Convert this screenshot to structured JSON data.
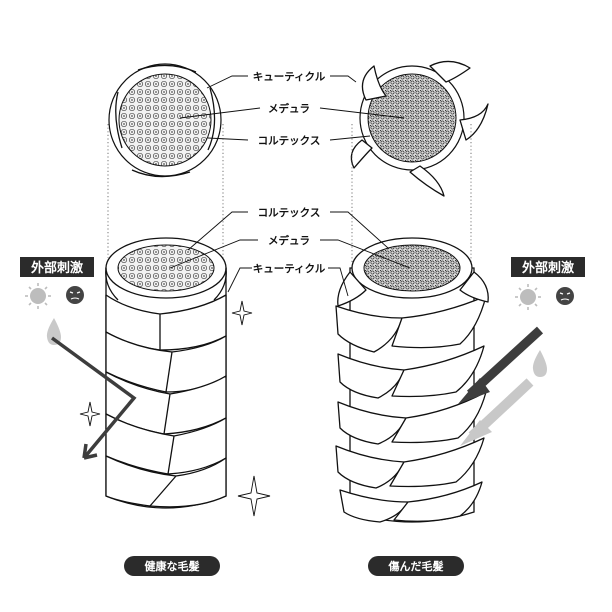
{
  "labels": {
    "cuticle": "キューティクル",
    "medulla": "メデュラ",
    "cortex": "コルテックス"
  },
  "external_stimulus": "外部刺激",
  "healthy_hair": "健康な毛髪",
  "damaged_hair": "傷んだ毛髪",
  "icons": [
    "sun-icon",
    "angry-face-icon",
    "water-drop-icon",
    "sparkle-icon",
    "arrow-icon"
  ],
  "colors": {
    "tag_background": "#2b2b2b",
    "arrow_dark": "#3d3d3d",
    "arrow_light": "#c8c8c8",
    "sun_gray": "#bdbdbd",
    "drop_gray": "#c9c9c9"
  }
}
